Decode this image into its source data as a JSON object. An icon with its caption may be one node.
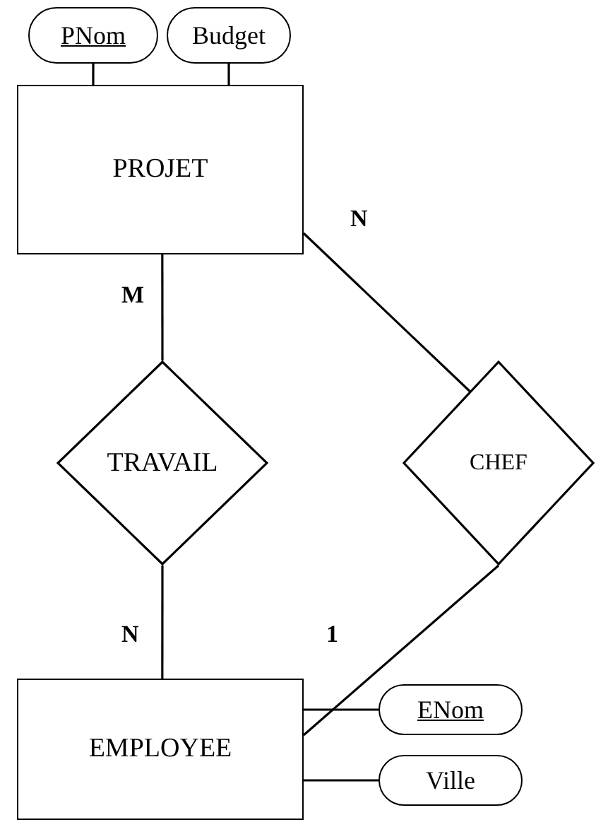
{
  "diagram": {
    "nodes": [
      {
        "text": [
          "PNom"
        ]
      },
      {
        "text": [
          "Budget"
        ]
      },
      {
        "text": [
          "PROJET"
        ]
      },
      {
        "text": [
          "TRAVAIL"
        ]
      },
      {
        "text": [
          "CHEF"
        ]
      },
      {
        "text": [
          "EMPLOYEE"
        ]
      },
      {
        "text": [
          "ENom"
        ]
      },
      {
        "text": [
          "Ville"
        ]
      }
    ],
    "edges": [
      {
        "from": 0,
        "to": 2,
        "arrow": "none"
      },
      {
        "from": 1,
        "to": 2,
        "arrow": "none"
      },
      {
        "from": 2,
        "to": 3,
        "arrow": "none",
        "label": "M"
      },
      {
        "from": 3,
        "to": 5,
        "arrow": "none",
        "label": "N"
      },
      {
        "from": 2,
        "to": 4,
        "arrow": "none",
        "label": "N"
      },
      {
        "from": 4,
        "to": 5,
        "arrow": "none",
        "label": "1"
      },
      {
        "from": 5,
        "to": 6,
        "arrow": "none"
      },
      {
        "from": 5,
        "to": 7,
        "arrow": "none"
      }
    ]
  }
}
